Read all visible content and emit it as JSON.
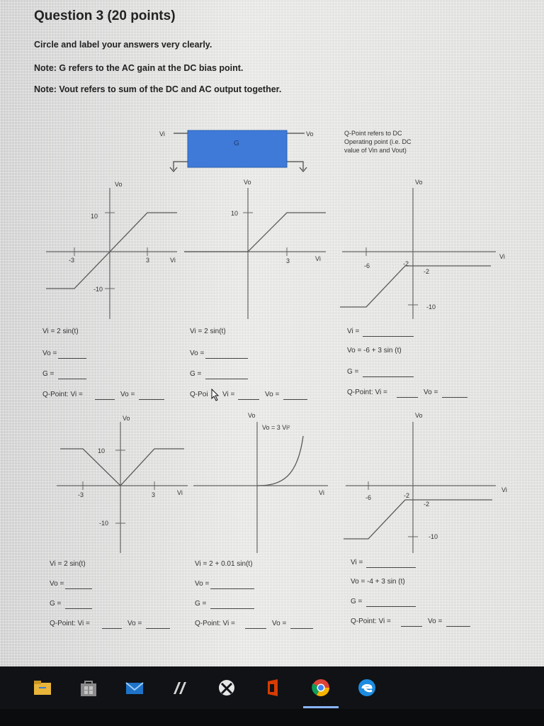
{
  "question": {
    "title": "Question 3 (20 points)",
    "instruction": "Circle and label your answers very clearly.",
    "note1": "Note: G refers to the AC gain at the DC bias point.",
    "note2": "Note: Vout refers to sum of the DC and AC output together."
  },
  "block": {
    "vi": "Vi",
    "g": "G",
    "vo": "Vo",
    "qnote_line1": "Q-Point refers to DC",
    "qnote_line2": "Operating point (i.e. DC",
    "qnote_line3": "value of Vin and Vout)"
  },
  "plot_labels": {
    "vo": "Vo",
    "vi": "Vi",
    "ten": "10",
    "neg_ten": "-10",
    "neg_three": "-3",
    "three": "3",
    "neg_six": "-6",
    "neg_two": "-2",
    "neg_two_b": "-2",
    "vo_eq": "Vo = 3 Vi²"
  },
  "fields": {
    "r1c1": {
      "vi": "Vi = 2 sin(t)",
      "vo": "Vo =",
      "g": "G =",
      "qpoint": "Q-Point: Vi =",
      "qvo": "Vo ="
    },
    "r1c2": {
      "vi": "Vi = 2 sin(t)",
      "vo": "Vo =",
      "g": "G =",
      "qpoint": "Q-Poi",
      "qmid": "Vi =",
      "qvo": "Vo ="
    },
    "r1c3": {
      "vi": "Vi =",
      "vo": "Vo = -6 + 3 sin (t)",
      "g": "G =",
      "qpoint": "Q-Point: Vi =",
      "qvo": "Vo ="
    },
    "r2c1": {
      "vi": "Vi = 2 sin(t)",
      "vo": "Vo =",
      "g": "G =",
      "qpoint": "Q-Point: Vi =",
      "qvo": "Vo ="
    },
    "r2c2": {
      "vi": "Vi = 2 + 0.01 sin(t)",
      "vo": "Vo =",
      "g": "G =",
      "qpoint": "Q-Point: Vi =",
      "qvo": "Vo ="
    },
    "r2c3": {
      "vi": "Vi =",
      "vo": "Vo = -4 + 3 sin (t)",
      "g": "G =",
      "qpoint": "Q-Point: Vi =",
      "qvo": "Vo ="
    }
  },
  "taskbar": {
    "icons": [
      "file-explorer-icon",
      "store-icon",
      "mail-icon",
      "media-icon",
      "xbox-icon",
      "office-icon",
      "chrome-icon",
      "edge-icon"
    ],
    "colors": {
      "explorer": "#e8b53a",
      "mail": "#1e73c8",
      "office": "#d83b01",
      "chrome_red": "#db4437",
      "chrome_yellow": "#f4b400",
      "chrome_green": "#0f9d58",
      "edge": "#1d8ce0"
    }
  },
  "colors": {
    "g_block": "#3f7ad8",
    "curve": "#5a5a5a"
  }
}
